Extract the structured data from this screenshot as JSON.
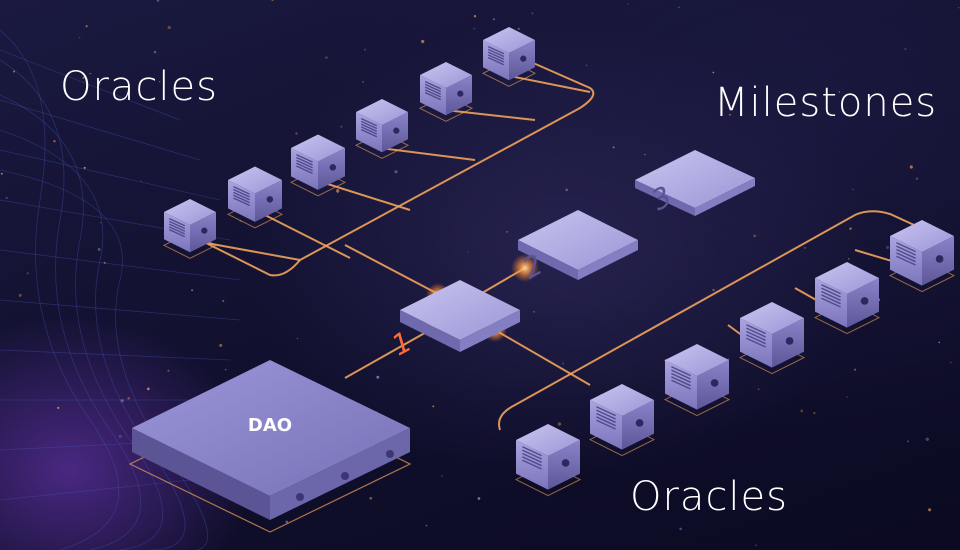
{
  "labels": {
    "oracles_top": "Oracles",
    "milestones": "Milestones",
    "oracles_bottom": "Oracles",
    "dao": "DAO"
  },
  "milestones": [
    {
      "number": "1",
      "state": "active"
    },
    {
      "number": "2",
      "state": "pending"
    },
    {
      "number": "3",
      "state": "pending"
    }
  ],
  "oracle_groups": {
    "top_count": 6,
    "bottom_count": 6
  },
  "colors": {
    "line": "#f2a35a",
    "active_number": "#ff6a3a",
    "block_top": "#b9b4e6",
    "block_side": "#7a74b8",
    "background": "#121130"
  }
}
